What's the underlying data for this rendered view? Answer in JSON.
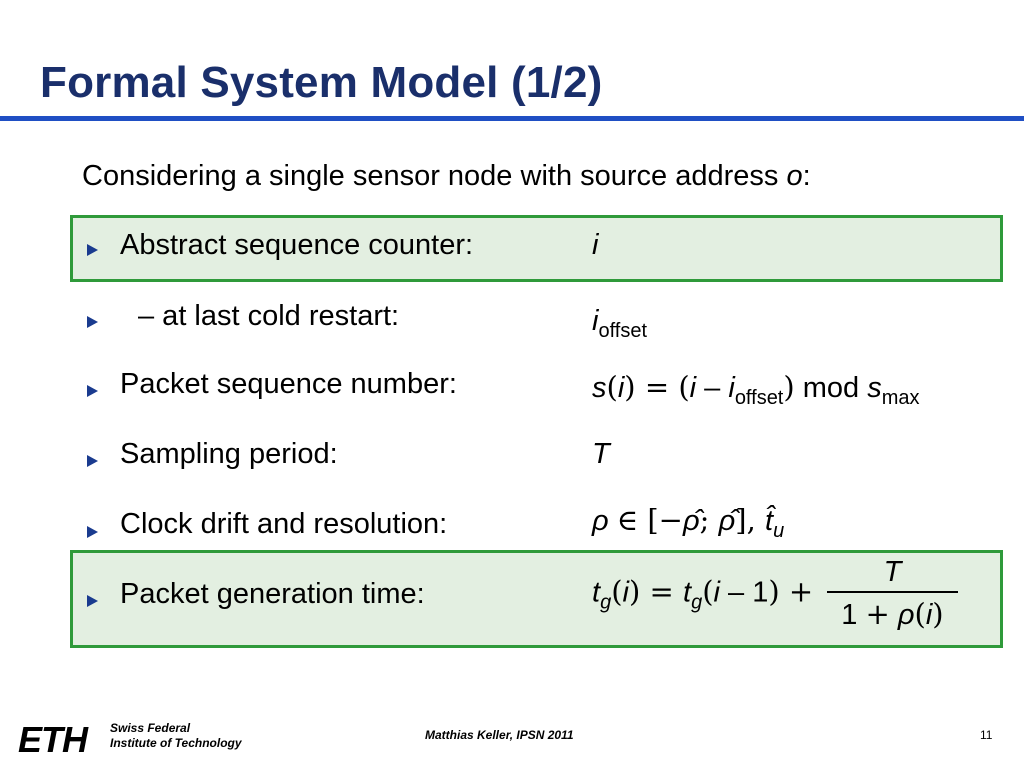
{
  "slide": {
    "title": "Formal System Model (1/2)",
    "intro_text": "Considering a single sensor node with source address",
    "intro_var": "o",
    "intro_colon": ":"
  },
  "rows": [
    {
      "label": "Abstract sequence counter:",
      "formula": "i",
      "highlighted": true
    },
    {
      "label": "– at last cold restart:",
      "formula": "i_offset",
      "highlighted": false
    },
    {
      "label": "Packet sequence number:",
      "formula": "s(i) = (i − i_offset) mod s_max",
      "highlighted": false
    },
    {
      "label": "Sampling period:",
      "formula": "T",
      "highlighted": false
    },
    {
      "label": "Clock drift and resolution:",
      "formula": "ρ ∈ [−ρ̂; ρ̂], t̂_u",
      "highlighted": false
    },
    {
      "label": "Packet generation time:",
      "formula": "t_g(i) = t_g(i − 1) + T / (1 + ρ(i))",
      "highlighted": true
    }
  ],
  "formula_parts": {
    "i": "i",
    "offset": "offset",
    "s": "s",
    "max": "max",
    "mod": "mod",
    "T": "T",
    "rho": "ρ",
    "rhohat": "ρ̂",
    "that": "t̂",
    "u": "u",
    "t": "t",
    "g": "g",
    "one": "1"
  },
  "footer": {
    "logo": "ETH",
    "institution_line1": "Swiss Federal",
    "institution_line2": "Institute of Technology",
    "author": "Matthias Keller, IPSN 2011",
    "page_number": "11"
  },
  "colors": {
    "title": "#1a2f6b",
    "title_rule": "#1f4fc4",
    "highlight_bg": "#e3efe1",
    "highlight_border": "#2f9a3a",
    "bullet": "#1a3b8f"
  }
}
